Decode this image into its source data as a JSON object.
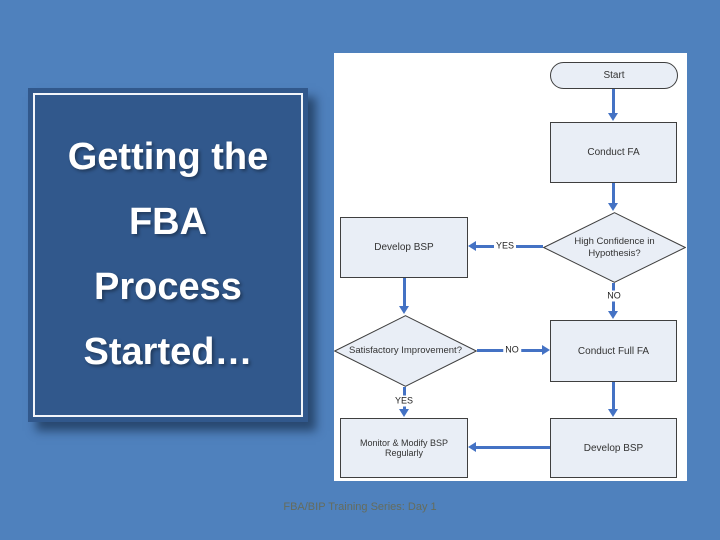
{
  "slide": {
    "title_lines": [
      "Getting the",
      "FBA",
      "Process",
      "Started…"
    ],
    "footer": "FBA/BIP Training Series: Day 1"
  },
  "colors": {
    "background": "#4F81BD",
    "title_box_fill": "#31588C",
    "title_box_border": "#F2F5FA",
    "title_text": "#FFFFFF",
    "canvas": "#FFFFFF",
    "node_fill": "#E9EEF6",
    "node_border": "#3F3F3F",
    "node_text": "#333333",
    "arrow": "#4472C4",
    "footer_text": "#68684C"
  },
  "flowchart": {
    "nodes": {
      "start": {
        "label": "Start",
        "shape": "stadium"
      },
      "conduct_fa": {
        "label": "Conduct FA",
        "shape": "rect"
      },
      "high_confidence": {
        "label": "High Confidence in Hypothesis?",
        "shape": "diamond"
      },
      "develop_bsp_1": {
        "label": "Develop BSP",
        "shape": "rect"
      },
      "conduct_full_fa": {
        "label": "Conduct Full FA",
        "shape": "rect"
      },
      "satisfactory": {
        "label": "Satisfactory Improvement?",
        "shape": "diamond"
      },
      "monitor": {
        "label": "Monitor & Modify BSP Regularly",
        "shape": "rect"
      },
      "develop_bsp_2": {
        "label": "Develop BSP",
        "shape": "rect"
      }
    },
    "edge_labels": {
      "yes_hypothesis": "YES",
      "no_hypothesis": "NO",
      "no_improvement": "NO",
      "yes_improvement": "YES"
    }
  }
}
